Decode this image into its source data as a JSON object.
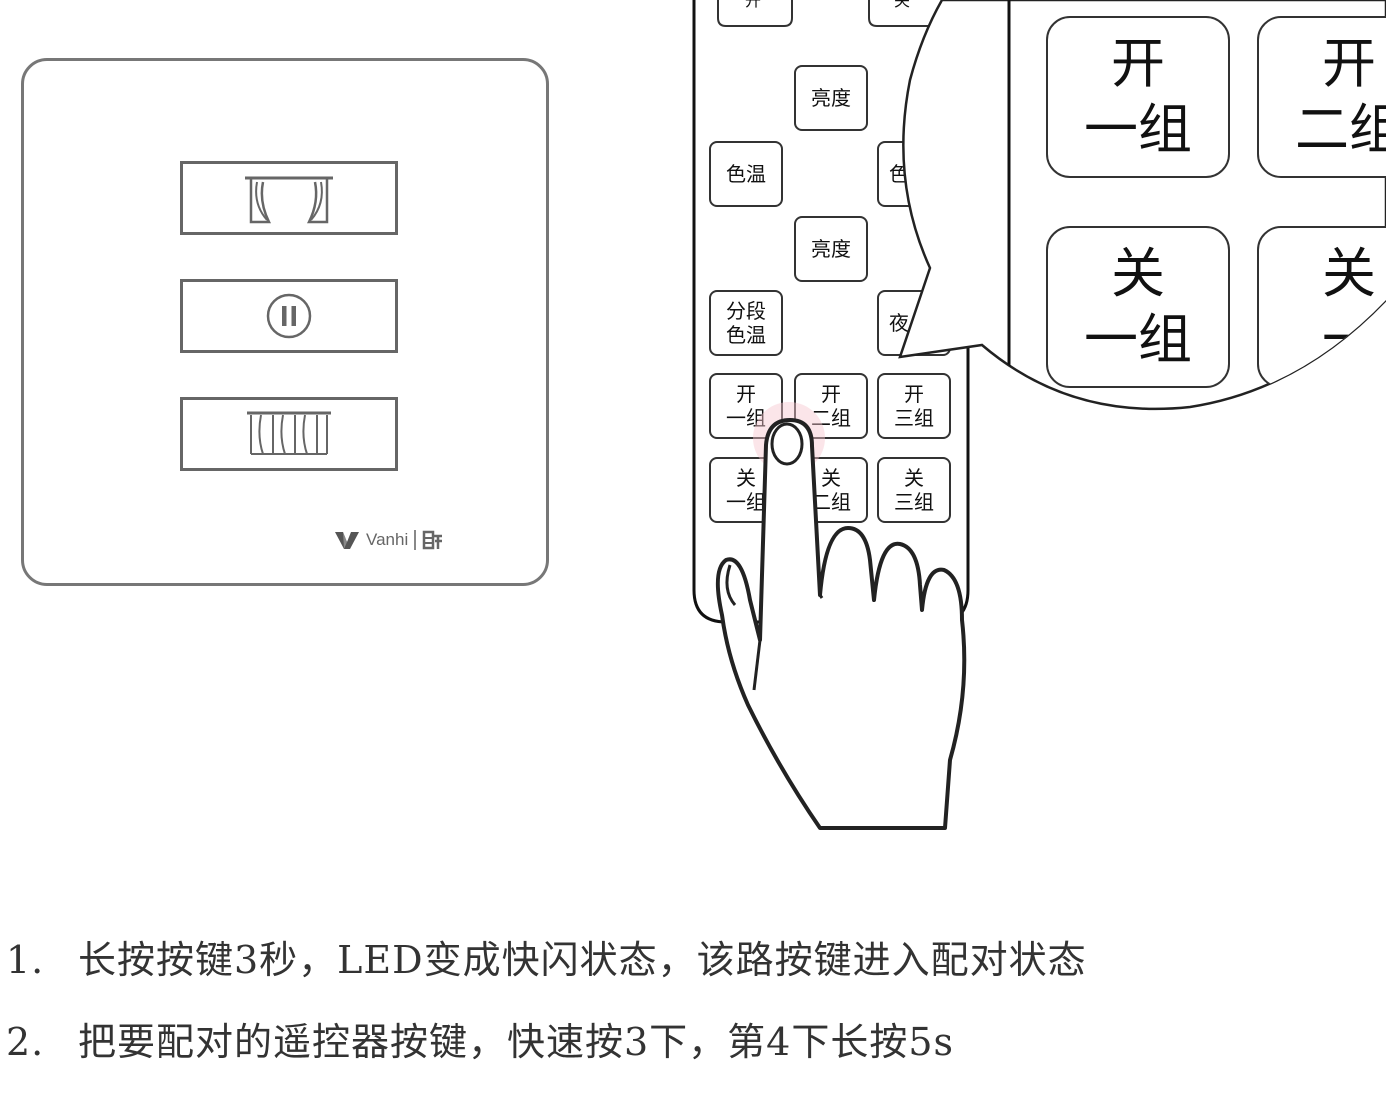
{
  "panel": {
    "keys": [
      {
        "icon": "curtain-open-icon"
      },
      {
        "icon": "pause-icon"
      },
      {
        "icon": "curtain-closed-icon"
      }
    ],
    "brand": {
      "logo": "vanhi-logo-icon",
      "name": "Vanhi",
      "secondary_logo": "brand-mark-icon"
    }
  },
  "remote": {
    "buttons": {
      "brightness_1": "亮度",
      "color_temp": "色温",
      "color_temp_right": "色",
      "brightness_2": "亮度",
      "segment_color_temp": "分段\n色温",
      "night": "夜",
      "on_group_1": "开\n一组",
      "on_group_2": "开\n二组",
      "on_group_3": "开\n三组",
      "off_group_1": "关\n一组",
      "off_group_2": "关\n二组",
      "off_group_3": "关\n三组"
    }
  },
  "magnifier": {
    "on_group_1": "开\n一组",
    "on_group_2": "开\n二组",
    "off_group_1": "关\n一组",
    "off_group_2": "关\n一"
  },
  "instructions": [
    {
      "num": "1.",
      "text": "长按按键3秒，LED变成快闪状态，该路按键进入配对状态"
    },
    {
      "num": "2.",
      "text": "把要配对的遥控器按键，快速按3下，第4下长按5s"
    }
  ]
}
